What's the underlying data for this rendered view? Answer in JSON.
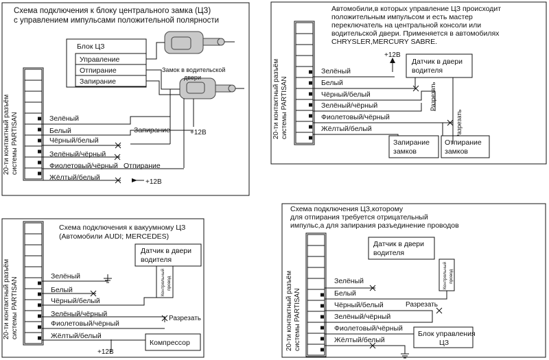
{
  "p1": {
    "title1": "Схема подключения к блоку центрального замка (ЦЗ)",
    "title2": "с управлением импульсами положительной полярности",
    "block_title": "Блок ЦЗ",
    "rows": [
      "Управление",
      "Отпирание",
      "Запирание"
    ],
    "lock_label1": "Замок в водительской",
    "lock_label2": "двери",
    "conn_label1": "20-ти  контактный разъём",
    "conn_label2": "системы PARTISAN",
    "wires": [
      "Зелёный",
      "Белый",
      "Чёрный/белый",
      "Зелёный/чёрный",
      "Фиолетовый/чёрный",
      "Жёлтый/белый"
    ],
    "zap": "Запирание",
    "otp": "Отпирание",
    "plus1": "+12В",
    "plus2": "+12В"
  },
  "p2": {
    "desc": [
      "Автомобили,в которых управление ЦЗ происходит",
      "положительным импульсом и  есть мастер",
      " переключатель на центральной консоли или",
      "водительской двери. Применяется в автомобилях",
      "CHRYSLER,MERCURY SABRE."
    ],
    "plus": "+12В",
    "sensor1": "Датчик в двери",
    "sensor2": "водителя",
    "cut": "Разрезать",
    "conn_label1": "20-ти  контактный разъём",
    "conn_label2": "системы PARTISAN",
    "wires": [
      "Зелёный",
      "Белый",
      "Чёрный/белый",
      "Зелёный/чёрный",
      "Фиолетовый/чёрный",
      "Жёлтый/белый"
    ],
    "lock1": "Запирание",
    "lock2": "замков",
    "unlock1": "Отпирание",
    "unlock2": "замков"
  },
  "p3": {
    "title1": "Схема подключения к вакуумному ЦЗ",
    "title2": "(Автомобили  AUDI; MERCEDES)",
    "sensor1": "Датчик в двери",
    "sensor2": "водителя",
    "control1": "Контрольный",
    "control2": "провод",
    "cut": "Разрезать",
    "compressor": "Компрессор",
    "plus": "+12В",
    "conn_label1": "20-ти  контактный разъём",
    "conn_label2": "системы PARTISAN",
    "wires": [
      "Зелёный",
      "Белый",
      "Чёрный/белый",
      "Зелёный/чёрный",
      "Фиолетовый/чёрный",
      "Жёлтый/белый"
    ]
  },
  "p4": {
    "title": [
      "Схема подключения ЦЗ,которому",
      "для отпирания требуется отрицательный",
      "импульс,а для запирания разъединение проводов"
    ],
    "sensor1": "Датчик в двери",
    "sensor2": "водителя",
    "control1": "Контрольный",
    "control2": "провод",
    "cut": "Разрезать",
    "unit1": "Блок управления",
    "unit2": "ЦЗ",
    "conn_label1": "20-ти  контактный разъём",
    "conn_label2": "системы PARTISAN",
    "wires": [
      "Зелёный",
      "Белый",
      "Чёрный/белый",
      "Зелёный/чёрный",
      "Фиолетовый/чёрный",
      "Жёлтый/белый"
    ]
  }
}
